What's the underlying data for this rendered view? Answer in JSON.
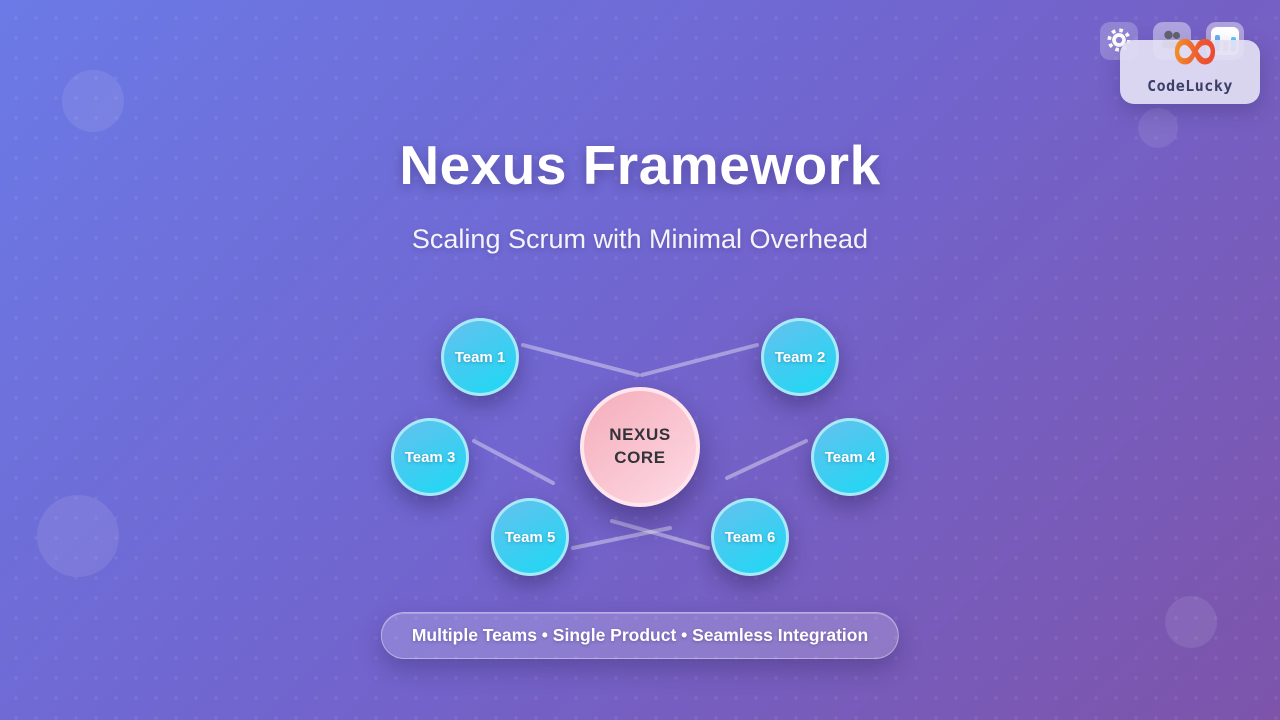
{
  "slide": {
    "title": "Nexus Framework",
    "subtitle": "Scaling Scrum with Minimal Overhead",
    "footer": "Multiple Teams • Single Product • Seamless Integration"
  },
  "diagram": {
    "core": {
      "line1": "NEXUS",
      "line2": "CORE"
    },
    "teams": [
      {
        "label": "Team 1"
      },
      {
        "label": "Team 2"
      },
      {
        "label": "Team 3"
      },
      {
        "label": "Team 4"
      },
      {
        "label": "Team 5"
      },
      {
        "label": "Team 6"
      }
    ]
  },
  "watermark": {
    "brand": "CodeLucky",
    "logo_glyph": "∞"
  },
  "colors": {
    "bg_start": "#6b7ae6",
    "bg_end": "#7d54aa",
    "team_start": "#5ec3ee",
    "team_end": "#23d6f4",
    "core_start": "#f5afbc",
    "core_end": "#fdd8e3",
    "connector": "rgba(255,255,255,0.38)",
    "logo_orange": "#f2a02c",
    "logo_red": "#e8403a"
  }
}
